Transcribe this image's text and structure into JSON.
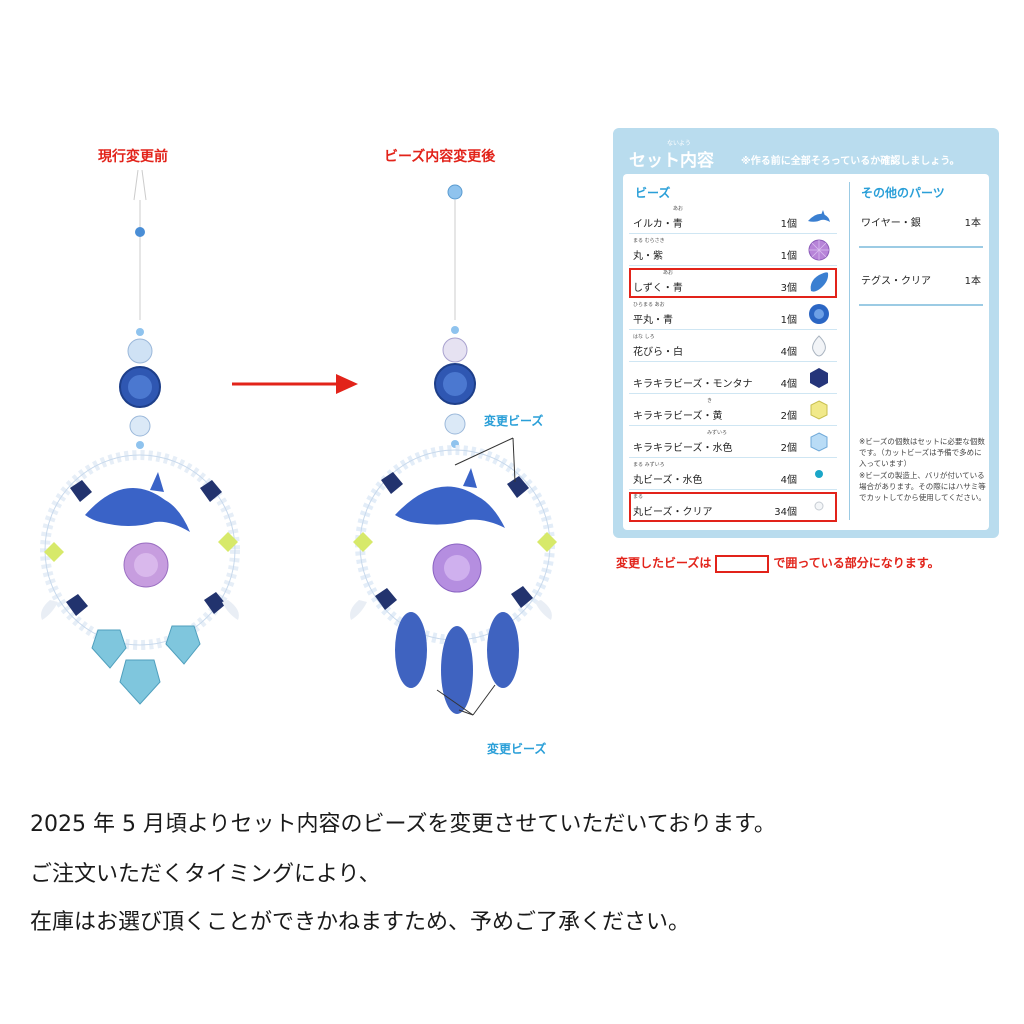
{
  "labels": {
    "before": "現行変更前",
    "after": "ビーズ内容変更後",
    "changed_beads_top": "変更ビーズ",
    "changed_beads_bottom": "変更ビーズ"
  },
  "card": {
    "title": "セット内容",
    "title_ruby": "ないよう",
    "note": "※作る前に全部そろっているか確認しましょう。",
    "beads_heading": "ビーズ",
    "parts_heading": "その他のパーツ",
    "beads": [
      {
        "name": "イルカ・青",
        "ruby": "あお",
        "qty": "1個",
        "icon": "dolphin-icon",
        "highlight": false
      },
      {
        "name": "丸・紫",
        "ruby": "まる むらさき",
        "qty": "1個",
        "icon": "round-purple-bead-icon",
        "highlight": false
      },
      {
        "name": "しずく・青",
        "ruby": "あお",
        "qty": "3個",
        "icon": "drop-blue-bead-icon",
        "highlight": true
      },
      {
        "name": "平丸・青",
        "ruby": "ひらまる あお",
        "qty": "1個",
        "icon": "flat-round-blue-bead-icon",
        "highlight": false
      },
      {
        "name": "花びら・白",
        "ruby": "はな しろ",
        "qty": "4個",
        "icon": "petal-white-bead-icon",
        "highlight": false
      },
      {
        "name": "キラキラビーズ・モンタナ",
        "ruby": "",
        "qty": "4個",
        "icon": "montana-bead-icon",
        "highlight": false
      },
      {
        "name": "キラキラビーズ・黄",
        "ruby": "き",
        "qty": "2個",
        "icon": "yellow-bead-icon",
        "highlight": false
      },
      {
        "name": "キラキラビーズ・水色",
        "ruby": "みずいろ",
        "qty": "2個",
        "icon": "light-blue-bead-icon",
        "highlight": false
      },
      {
        "name": "丸ビーズ・水色",
        "ruby": "まる みずいろ",
        "qty": "4個",
        "icon": "small-blue-bead-icon",
        "highlight": false
      },
      {
        "name": "丸ビーズ・クリア",
        "ruby": "まる",
        "qty": "34個",
        "icon": "clear-bead-icon",
        "highlight": true
      }
    ],
    "parts": [
      {
        "name": "ワイヤー・銀",
        "qty": "1本"
      },
      {
        "name": "テグス・クリア",
        "qty": "1本"
      }
    ],
    "notes": [
      "※ビーズの個数はセットに必要な個数です。（カットビーズは予備で多めに入っています）",
      "※ビーズの製造上、バリが付いている場合があります。その際にはハサミ等でカットしてから使用してください。"
    ]
  },
  "changed_note": {
    "before": "変更したビーズは",
    "after": "で囲っている部分になります。"
  },
  "body": {
    "line1": "2025 年 5 月頃よりセット内容のビーズを変更させていただいております。",
    "line2": "ご注文いただくタイミングにより、",
    "line3": "在庫はお選び頂くことができかねますため、予めご了承ください。"
  },
  "colors": {
    "accent_red": "#e2231a",
    "accent_blue": "#2a9fd8",
    "card_bg": "#b9dcee"
  }
}
